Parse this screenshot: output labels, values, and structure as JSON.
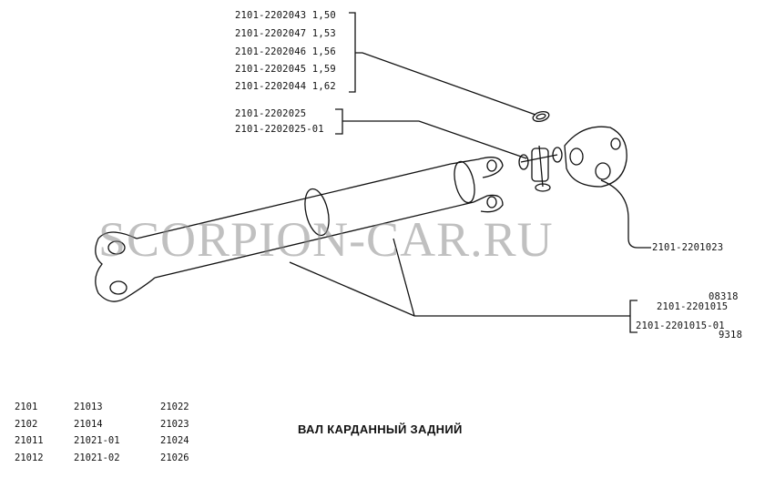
{
  "callouts": {
    "adjusting_rings": [
      {
        "part": "2101-2202043",
        "size": "1,50"
      },
      {
        "part": "2101-2202047",
        "size": "1,53"
      },
      {
        "part": "2101-2202046",
        "size": "1,56"
      },
      {
        "part": "2101-2202045",
        "size": "1,59"
      },
      {
        "part": "2101-2202044",
        "size": "1,62"
      }
    ],
    "cross": [
      "2101-2202025",
      "2101-2202025-01"
    ],
    "flange": "2101-2201023",
    "shaft": {
      "code_a": "08318",
      "part_a": "2101-2201015",
      "part_b": "2101-2201015-01",
      "code_b": "9318"
    }
  },
  "models": [
    [
      "2101",
      "21013",
      "21022"
    ],
    [
      "2102",
      "21014",
      "21023"
    ],
    [
      "21011",
      "21021-01",
      "21024"
    ],
    [
      "21012",
      "21021-02",
      "21026"
    ]
  ],
  "title": "ВАЛ КАРДАННЫЙ ЗАДНИЙ",
  "watermark": "SCORPION-CAR.RU"
}
